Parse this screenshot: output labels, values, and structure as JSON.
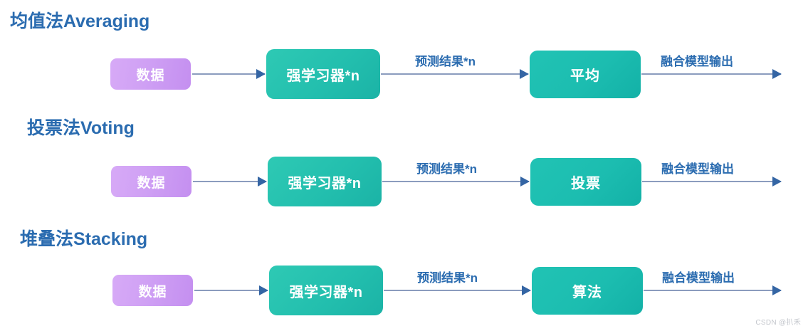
{
  "diagram": {
    "title_color": "#2b6cb0",
    "data_node_color": "#c99ef3",
    "model_node_color": "#22c0b1",
    "arrow_line_color": "#8b9cbe",
    "arrow_head_color": "#3465a4",
    "background": "#ffffff",
    "rows": [
      {
        "title": "均值法Averaging",
        "data_node": "数据",
        "learner_node": "强学习器*n",
        "edge_label_1": "预测结果*n",
        "combine_node": "平均",
        "edge_label_2": "融合模型输出"
      },
      {
        "title": "投票法Voting",
        "data_node": "数据",
        "learner_node": "强学习器*n",
        "edge_label_1": "预测结果*n",
        "combine_node": "投票",
        "edge_label_2": "融合模型输出"
      },
      {
        "title": "堆叠法Stacking",
        "data_node": "数据",
        "learner_node": "强学习器*n",
        "edge_label_1": "预测结果*n",
        "combine_node": "算法",
        "edge_label_2": "融合模型输出"
      }
    ],
    "watermark": "CSDN @扒禾"
  }
}
